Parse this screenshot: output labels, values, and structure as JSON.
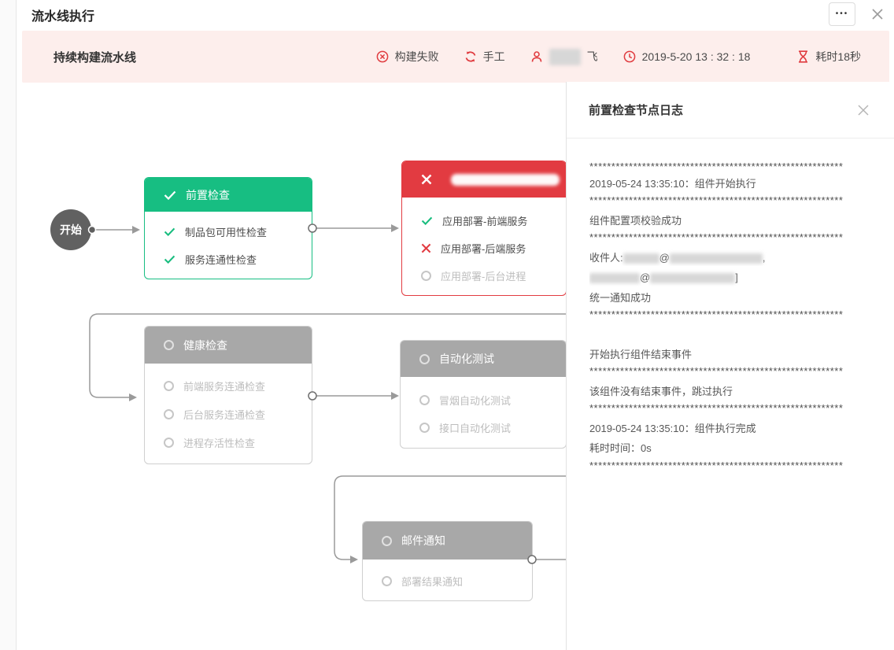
{
  "window": {
    "title": "流水线执行",
    "more_label": "•••"
  },
  "banner": {
    "pipeline_name": "持续构建流水线",
    "status": "构建失败",
    "trigger": "手工",
    "user_suffix": "飞",
    "user_redacted": true,
    "time": "2019-5-20 13 : 32 : 18",
    "duration": "耗时18秒"
  },
  "flow": {
    "start_label": "开始",
    "nodes": [
      {
        "title": "前置检查",
        "state": "success",
        "items": [
          {
            "label": "制品包可用性检查",
            "state": "success"
          },
          {
            "label": "服务连通性检查",
            "state": "success"
          }
        ]
      },
      {
        "title": "",
        "title_redacted": true,
        "state": "failed",
        "items": [
          {
            "label": "应用部署-前端服务",
            "state": "success"
          },
          {
            "label": "应用部署-后端服务",
            "state": "failed"
          },
          {
            "label": "应用部署-后台进程",
            "state": "pending"
          }
        ]
      },
      {
        "title": "健康检查",
        "state": "pending",
        "items": [
          {
            "label": "前端服务连通检查",
            "state": "pending"
          },
          {
            "label": "后台服务连通检查",
            "state": "pending"
          },
          {
            "label": "进程存活性检查",
            "state": "pending"
          }
        ]
      },
      {
        "title": "自动化测试",
        "state": "pending",
        "items": [
          {
            "label": "冒烟自动化测试",
            "state": "pending"
          },
          {
            "label": "接口自动化测试",
            "state": "pending"
          }
        ]
      },
      {
        "title": "邮件通知",
        "state": "pending",
        "items": [
          {
            "label": "部署结果通知",
            "state": "pending"
          }
        ]
      }
    ]
  },
  "log": {
    "title": "前置检查节点日志",
    "separator": "**********************************************************",
    "start_line": "2019-05-24 13:35:10：组件开始执行",
    "config_ok": "组件配置项校验成功",
    "recipients_prefix": "收件人:",
    "at_sign": "@",
    "comma": ",",
    "bracket_close": "]",
    "recipients_redacted": true,
    "notify_ok": "统一通知成功",
    "end_event": "开始执行组件结束事件",
    "no_end_event": "该组件没有结束事件，跳过执行",
    "done_line": "2019-05-24 13:35:10：组件执行完成",
    "elapsed": "耗时时间：0s"
  },
  "icons": {
    "status": "circle-x-icon",
    "trigger": "refresh-icon",
    "user": "person-icon",
    "time": "clock-icon",
    "duration": "hourglass-icon",
    "window_more": "ellipsis-icon",
    "window_close": "close-icon",
    "panel_close": "close-icon"
  },
  "colors": {
    "accent_red": "#e03c40",
    "success_green": "#17be82",
    "pending_gray": "#a8a8a8",
    "banner_bg": "#fdeeec",
    "connector_gray": "#9a9a9a"
  }
}
